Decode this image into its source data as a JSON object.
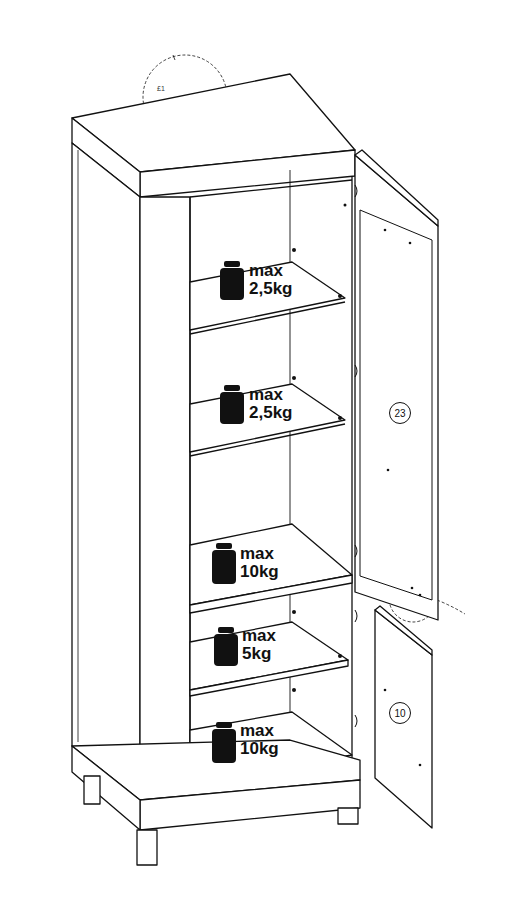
{
  "diagram": {
    "nodes": [
      {
        "text": [
          "23"
        ]
      },
      {
        "text": [
          "10"
        ]
      }
    ],
    "labels": [
      "£1",
      "max 2,5kg",
      "max 2,5kg",
      "max 10kg",
      "max 5kg",
      "max 10kg"
    ]
  }
}
